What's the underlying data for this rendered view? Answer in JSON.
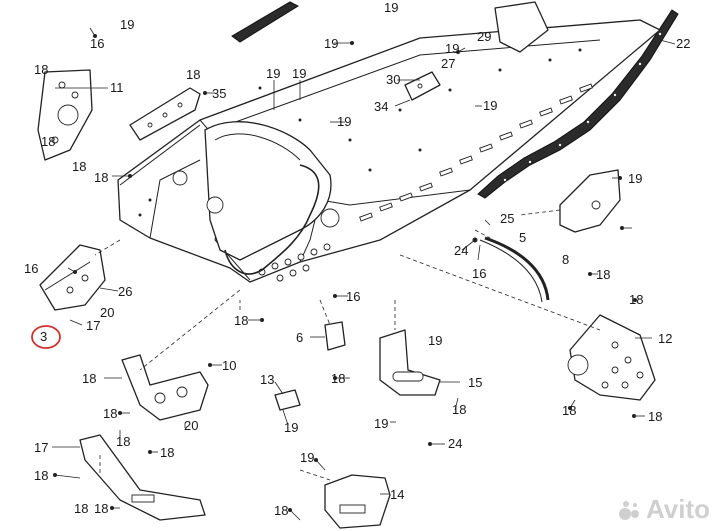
{
  "diagram": {
    "callouts": [
      {
        "text": "16"
      },
      {
        "text": "19"
      },
      {
        "text": "19"
      },
      {
        "text": "19"
      },
      {
        "text": "29"
      },
      {
        "text": "19"
      },
      {
        "text": "27"
      },
      {
        "text": "22"
      },
      {
        "text": "18"
      },
      {
        "text": "11"
      },
      {
        "text": "18"
      },
      {
        "text": "35"
      },
      {
        "text": "19"
      },
      {
        "text": "19"
      },
      {
        "text": "30"
      },
      {
        "text": "34"
      },
      {
        "text": "19"
      },
      {
        "text": "19"
      },
      {
        "text": "18"
      },
      {
        "text": "18"
      },
      {
        "text": "18"
      },
      {
        "text": "19"
      },
      {
        "text": "25"
      },
      {
        "text": "5"
      },
      {
        "text": "24"
      },
      {
        "text": "16"
      },
      {
        "text": "8"
      },
      {
        "text": "18"
      },
      {
        "text": "16"
      },
      {
        "text": "26"
      },
      {
        "text": "20"
      },
      {
        "text": "17"
      },
      {
        "text": "3"
      },
      {
        "text": "16"
      },
      {
        "text": "18"
      },
      {
        "text": "18"
      },
      {
        "text": "12"
      },
      {
        "text": "6"
      },
      {
        "text": "19"
      },
      {
        "text": "18"
      },
      {
        "text": "18"
      },
      {
        "text": "10"
      },
      {
        "text": "15"
      },
      {
        "text": "13"
      },
      {
        "text": "18"
      },
      {
        "text": "18"
      },
      {
        "text": "18"
      },
      {
        "text": "20"
      },
      {
        "text": "19"
      },
      {
        "text": "18"
      },
      {
        "text": "19"
      },
      {
        "text": "18"
      },
      {
        "text": "17"
      },
      {
        "text": "24"
      },
      {
        "text": "18"
      },
      {
        "text": "19"
      },
      {
        "text": "18"
      },
      {
        "text": "14"
      },
      {
        "text": "18"
      },
      {
        "text": "18"
      },
      {
        "text": "18"
      }
    ],
    "highlight_color": "#d0312d",
    "ink_color": "#222222"
  },
  "watermark": {
    "text": "Avito",
    "icon": "avito-logo-icon"
  }
}
